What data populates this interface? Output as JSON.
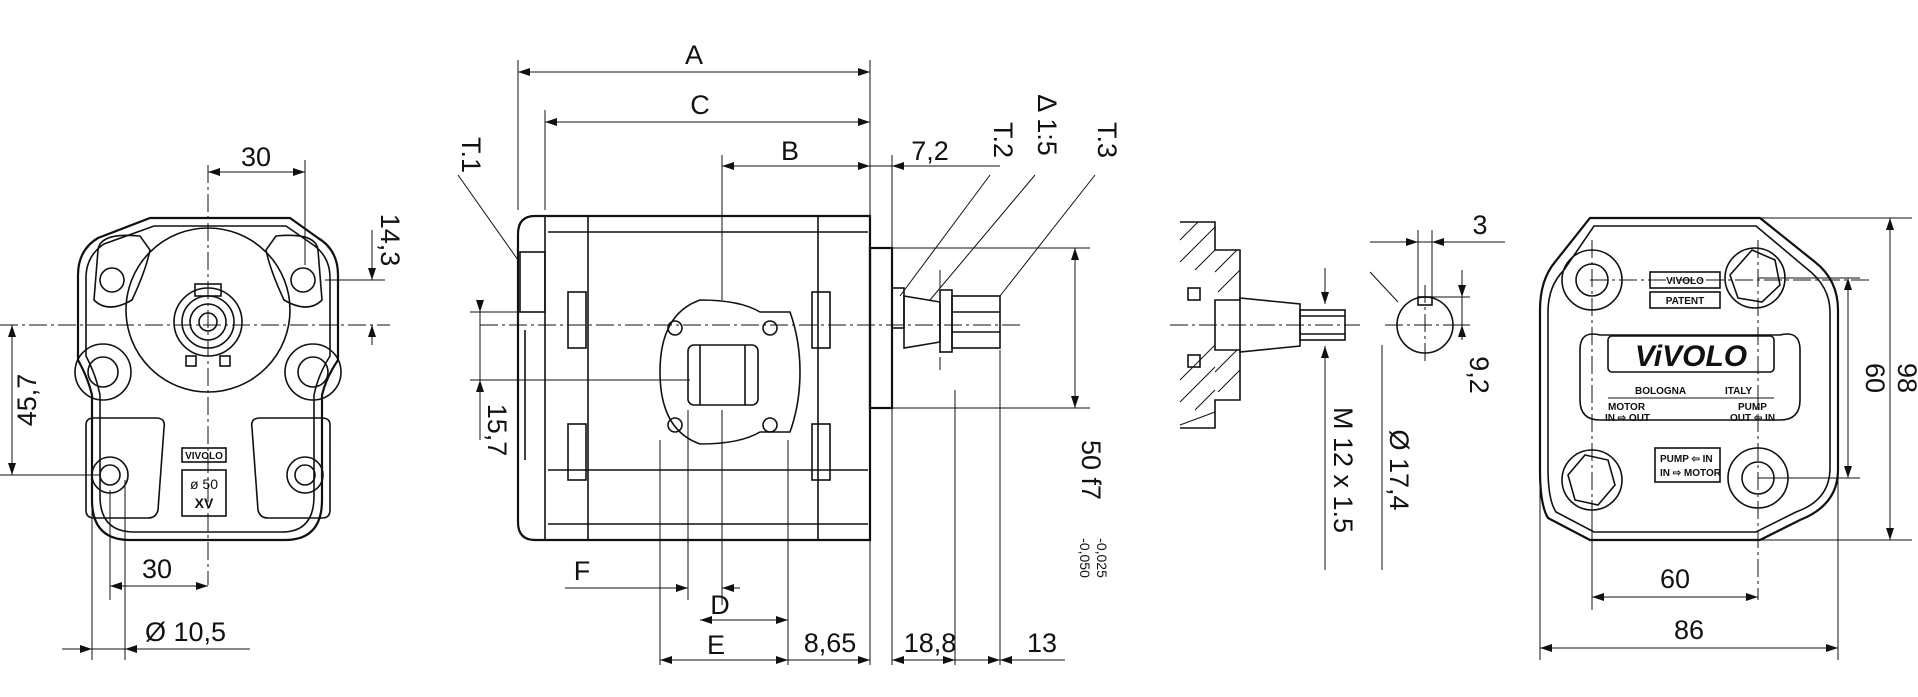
{
  "dims": {
    "A": "A",
    "B": "B",
    "C": "C",
    "D": "D",
    "E": "E",
    "F": "F",
    "t1": "T.1",
    "t2": "T.2",
    "t3": "T.3",
    "taper": "Δ 1:5",
    "d30a": "30",
    "d14_3": "14,3",
    "d45_7": "45,7",
    "d30b": "30",
    "d10_5": "Ø 10,5",
    "d7_2": "7,2",
    "d15_7": "15,7",
    "d50f7": "50 f7",
    "tol_upper": "-0,025",
    "tol_lower": "-0,050",
    "d8_65": "8,65",
    "d18_8": "18,8",
    "d13": "13",
    "d3": "3",
    "m12": "M 12 x 1.5",
    "d17_4": "Ø 17,4",
    "d9_2": "9,2",
    "d60v": "60",
    "d98": "98",
    "d60h": "60",
    "d86": "86"
  },
  "plate_left": {
    "brand": "VIVOLO",
    "diameter": "ø 50",
    "code": "XV"
  },
  "plate_right": {
    "brand_small": "VIVOLO",
    "patent": "PATENT",
    "brand_large": "ViVOLO",
    "city": "BOLOGNA",
    "country": "ITALY",
    "motor": "MOTOR",
    "pump": "PUMP",
    "motor_flow": "IN ⇨ OUT",
    "pump_flow": "OUT ⇦ IN",
    "pump_in": "PUMP ⇦ IN",
    "in_motor": "IN ⇨ MOTOR"
  }
}
